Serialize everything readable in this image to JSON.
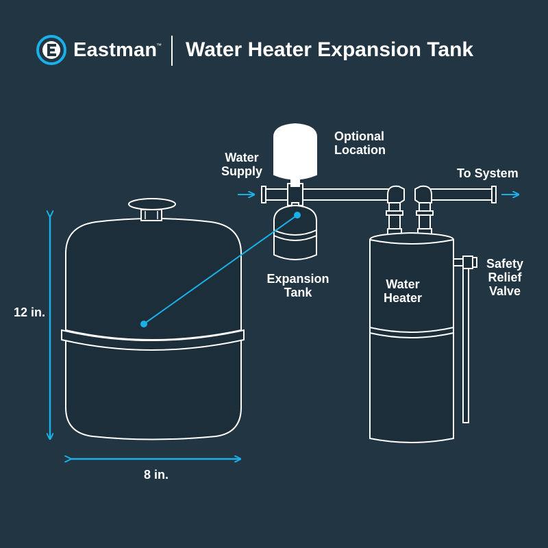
{
  "brand": {
    "name": "Eastman",
    "trademark": "™",
    "logo_icon": "eastman-e-logo"
  },
  "title": "Water Heater Expansion Tank",
  "labels": {
    "water_supply": [
      "Water",
      "Supply"
    ],
    "optional_location": [
      "Optional",
      "Location"
    ],
    "to_system": "To System",
    "expansion_tank": [
      "Expansion",
      "Tank"
    ],
    "water_heater": [
      "Water",
      "Heater"
    ],
    "safety_relief_valve": [
      "Safety",
      "Relief",
      "Valve"
    ],
    "height": "12 in.",
    "width": "8 in."
  },
  "colors": {
    "background": "#213542",
    "accent": "#1ab0e8",
    "line": "#ffffff",
    "tank_fill": "#1c2e39"
  }
}
